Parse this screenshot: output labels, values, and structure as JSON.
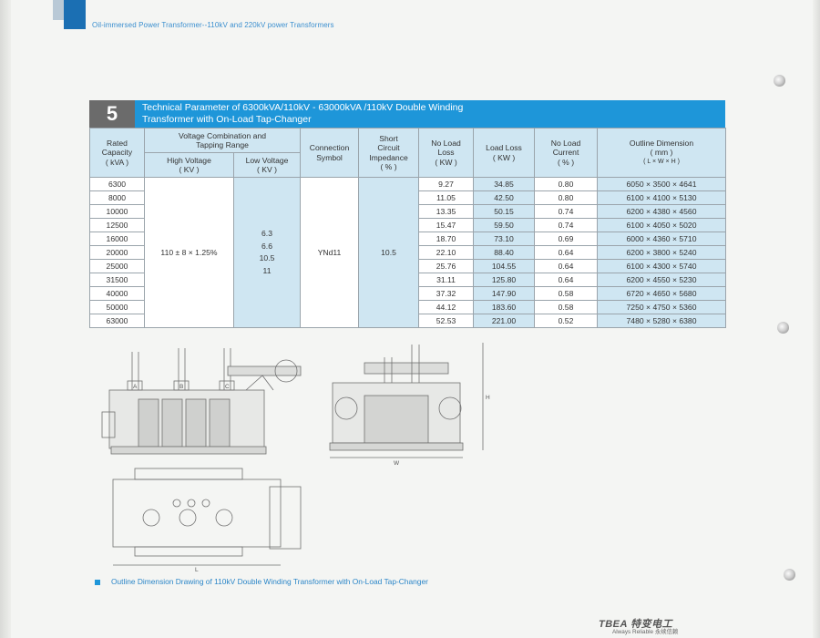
{
  "header": {
    "text": "Oil-immersed Power Transformer--110kV and 220kV power Transformers"
  },
  "section": {
    "number": "5",
    "title_line1": "Technical Parameter of 6300kVA/110kV - 63000kVA /110kV Double Winding",
    "title_line2": "Transformer with On-Load Tap-Changer"
  },
  "table": {
    "headers": {
      "rated_capacity": [
        "Rated",
        "Capacity",
        "( kVA )"
      ],
      "voltage_combination": [
        "Voltage Combination and",
        "Tapping Range"
      ],
      "high_voltage": [
        "High Voltage",
        "( KV )"
      ],
      "low_voltage": [
        "Low Voltage",
        "( KV )"
      ],
      "connection_symbol": [
        "Connection",
        "Symbol"
      ],
      "short_circuit_impedance": [
        "Short",
        "Circuit",
        "Impedance",
        "( % )"
      ],
      "no_load_loss": [
        "No Load",
        "Loss",
        "( KW )"
      ],
      "load_loss": [
        "Load Loss",
        "( KW )"
      ],
      "no_load_current": [
        "No Load",
        "Current",
        "( % )"
      ],
      "outline_dimension": [
        "Outline Dimension",
        "( mm )",
        "( L × W × H )"
      ]
    },
    "high_voltage_value": "110 ± 8 × 1.25%",
    "low_voltage_values": [
      "6.3",
      "6.6",
      "10.5",
      "11"
    ],
    "connection_symbol_value": "YNd11",
    "impedance_value": "10.5",
    "rows": [
      {
        "capacity": "6300",
        "no_load_loss": "9.27",
        "load_loss": "34.85",
        "no_load_current": "0.80",
        "dimension": "6050 × 3500 × 4641"
      },
      {
        "capacity": "8000",
        "no_load_loss": "11.05",
        "load_loss": "42.50",
        "no_load_current": "0.80",
        "dimension": "6100 × 4100 × 5130"
      },
      {
        "capacity": "10000",
        "no_load_loss": "13.35",
        "load_loss": "50.15",
        "no_load_current": "0.74",
        "dimension": "6200 × 4380 × 4560"
      },
      {
        "capacity": "12500",
        "no_load_loss": "15.47",
        "load_loss": "59.50",
        "no_load_current": "0.74",
        "dimension": "6100 × 4050 × 5020"
      },
      {
        "capacity": "16000",
        "no_load_loss": "18.70",
        "load_loss": "73.10",
        "no_load_current": "0.69",
        "dimension": "6000 × 4360 × 5710"
      },
      {
        "capacity": "20000",
        "no_load_loss": "22.10",
        "load_loss": "88.40",
        "no_load_current": "0.64",
        "dimension": "6200 × 3800 × 5240"
      },
      {
        "capacity": "25000",
        "no_load_loss": "25.76",
        "load_loss": "104.55",
        "no_load_current": "0.64",
        "dimension": "6100 × 4300 × 5740"
      },
      {
        "capacity": "31500",
        "no_load_loss": "31.11",
        "load_loss": "125.80",
        "no_load_current": "0.64",
        "dimension": "6200 × 4550 × 5230"
      },
      {
        "capacity": "40000",
        "no_load_loss": "37.32",
        "load_loss": "147.90",
        "no_load_current": "0.58",
        "dimension": "6720 × 4650 × 5680"
      },
      {
        "capacity": "50000",
        "no_load_loss": "44.12",
        "load_loss": "183.60",
        "no_load_current": "0.58",
        "dimension": "7250 × 4750 × 5360"
      },
      {
        "capacity": "63000",
        "no_load_loss": "52.53",
        "load_loss": "221.00",
        "no_load_current": "0.52",
        "dimension": "7480 × 5280 × 6380"
      }
    ]
  },
  "drawing": {
    "bushing_labels": [
      "A",
      "B",
      "C"
    ],
    "dimension_labels": {
      "width": "W",
      "height": "H",
      "length": "L"
    }
  },
  "caption": {
    "text": "Outline Dimension Drawing of 110kV Double Winding Transformer with On-Load Tap-Changer"
  },
  "brand": {
    "name": "TBEA 特变电工",
    "tagline": "Always Reliable 永续信赖"
  },
  "colors": {
    "accent_blue": "#1e96d9",
    "header_blue": "#cfe6f2",
    "section_grey": "#6b6b6b"
  }
}
